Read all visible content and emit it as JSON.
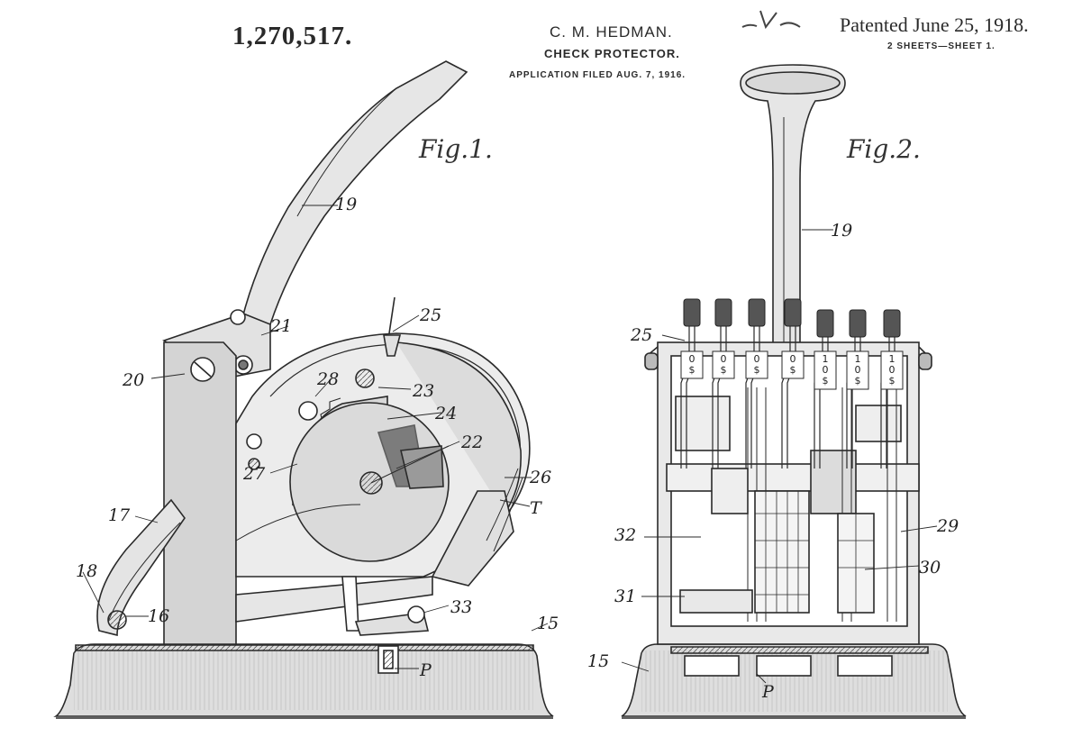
{
  "header": {
    "patent_number": "1,270,517.",
    "inventor": "C. M. HEDMAN.",
    "title": "CHECK PROTECTOR.",
    "application": "APPLICATION FILED AUG. 7, 1916.",
    "patented": "Patented June 25, 1918.",
    "sheets": "2 SHEETS—SHEET 1."
  },
  "figures": {
    "fig1": {
      "label": "Fig.1.",
      "refs": {
        "r19": "19",
        "r21": "21",
        "r20": "20",
        "r25": "25",
        "r28": "28",
        "r23": "23",
        "r24": "24",
        "r22": "22",
        "r27": "27",
        "r26": "26",
        "rT": "T",
        "r17": "17",
        "r18": "18",
        "r16": "16",
        "r33": "33",
        "r15": "15",
        "rP": "P"
      }
    },
    "fig2": {
      "label": "Fig.2.",
      "refs": {
        "r19": "19",
        "r25": "25",
        "r32": "32",
        "r29": "29",
        "r30": "30",
        "r31": "31",
        "r15": "15",
        "rP": "P"
      },
      "key_faces": [
        "0\n$",
        "0\n$",
        "0\n$",
        "0\n$",
        "1\n0\n$",
        "1\n0\n$",
        "1\n0\n$"
      ]
    }
  },
  "colors": {
    "ink": "#2a2a2a",
    "shade": "#dcdcdc",
    "key_top": "#555555",
    "paper": "#ffffff"
  }
}
